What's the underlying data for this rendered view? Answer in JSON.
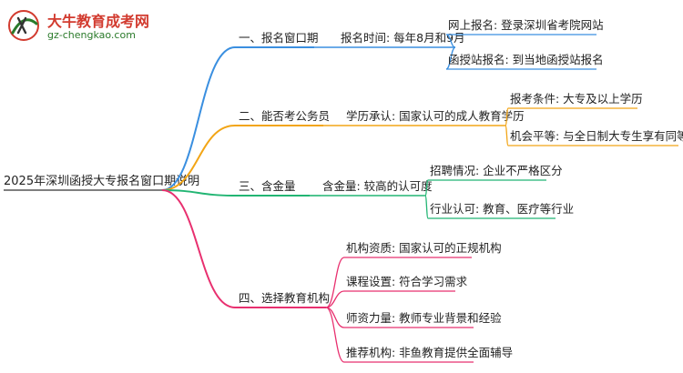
{
  "logo": {
    "title": "大牛教育成考网",
    "url": "gz-chengkao.com"
  },
  "root": "2025年深圳函授大专报名窗口期说明",
  "colors": {
    "branch1": "#3a8fe0",
    "branch2": "#f2a516",
    "branch3": "#22b573",
    "branch4": "#e8306f",
    "logo_red": "#d23b2f",
    "logo_green": "#2a7a2a"
  },
  "branches": [
    {
      "label": "一、报名窗口期",
      "sub": {
        "label": "报名时间: 每年8月和9月",
        "leaves": [
          "网上报名: 登录深圳省考院网站",
          "函授站报名: 到当地函授站报名"
        ]
      }
    },
    {
      "label": "二、能否考公务员",
      "sub": {
        "label": "学历承认: 国家认可的成人教育学历",
        "leaves": [
          "报考条件: 大专及以上学历",
          "机会平等: 与全日制大专生享有同等机会"
        ]
      }
    },
    {
      "label": "三、含金量",
      "sub": {
        "label": "含金量: 较高的认可度",
        "leaves": [
          "招聘情况: 企业不严格区分",
          "行业认可: 教育、医疗等行业"
        ]
      }
    },
    {
      "label": "四、选择教育机构",
      "leaves": [
        "机构资质: 国家认可的正规机构",
        "课程设置: 符合学习需求",
        "师资力量: 教师专业背景和经验",
        "推荐机构: 非鱼教育提供全面辅导"
      ]
    }
  ]
}
